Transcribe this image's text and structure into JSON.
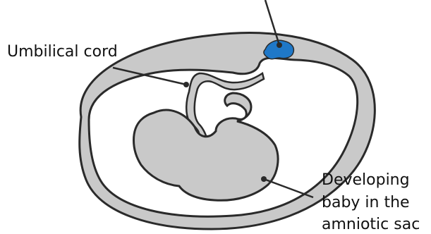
{
  "labels": {
    "umbilical_cord": "Umbilical cord",
    "baby_line_1": "Developing",
    "baby_line_2": "baby in the",
    "baby_line_3": "amniotic sac"
  },
  "colors": {
    "fill_gray": "#c9c9c9",
    "outline": "#2a2a2a",
    "placenta_blue": "#1f78c8"
  }
}
